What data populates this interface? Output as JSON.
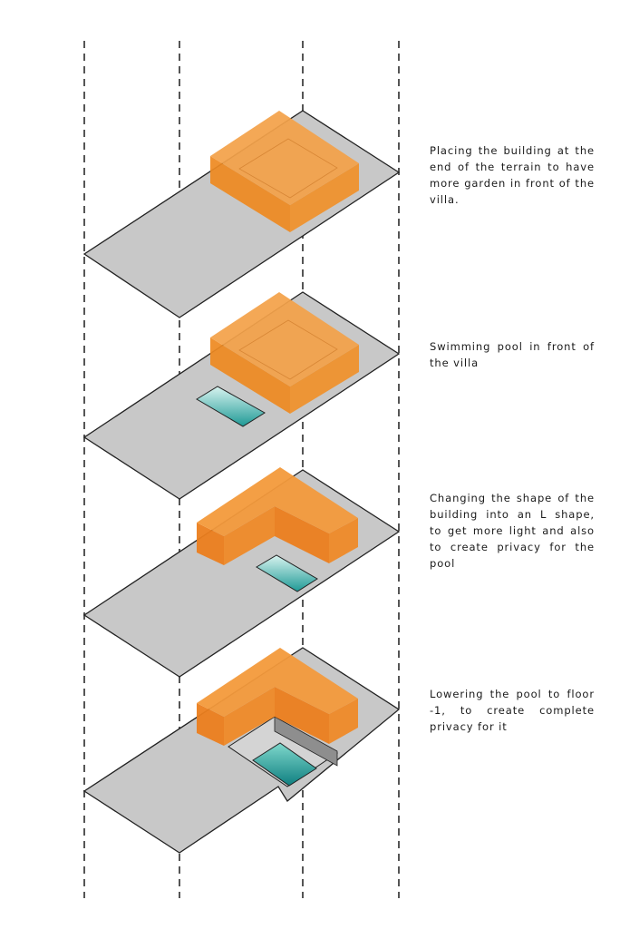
{
  "steps": [
    {
      "caption": "Placing the building at the end of the terrain to have more garden in front of the villa."
    },
    {
      "caption": "Swimming pool in front of the villa"
    },
    {
      "caption": "Changing the shape of the building into an L shape, to get more light and also to create privacy for the pool"
    },
    {
      "caption": "Lowering the pool to floor -1, to create complete privacy for it"
    }
  ],
  "colors": {
    "building": "#f39a33",
    "terrain": "#c8c8c8",
    "pool": "#2aa6a0",
    "outline": "#222222"
  }
}
